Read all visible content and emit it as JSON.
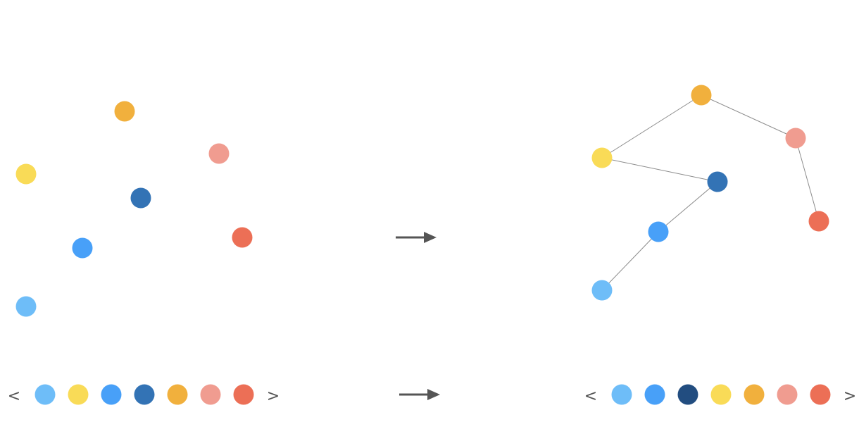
{
  "colors": {
    "light_blue": "#6EBDF8",
    "yellow": "#F9DB57",
    "blue": "#48A0F8",
    "steel_blue": "#3373B5",
    "navy": "#224D80",
    "orange": "#F1B03D",
    "pink": "#F09C90",
    "red": "#EC6F56",
    "arrow": "#555555",
    "edge": "#8C8C8C"
  },
  "top_left_points": [
    {
      "color": "orange"
    },
    {
      "color": "pink"
    },
    {
      "color": "yellow"
    },
    {
      "color": "steel_blue"
    },
    {
      "color": "red"
    },
    {
      "color": "blue"
    },
    {
      "color": "light_blue"
    }
  ],
  "top_right_tree": {
    "nodes": [
      {
        "id": "orange",
        "color": "orange"
      },
      {
        "id": "pink",
        "color": "pink"
      },
      {
        "id": "yellow",
        "color": "yellow"
      },
      {
        "id": "steel_blue",
        "color": "steel_blue"
      },
      {
        "id": "red",
        "color": "red"
      },
      {
        "id": "blue",
        "color": "blue"
      },
      {
        "id": "light_blue",
        "color": "light_blue"
      }
    ],
    "edges": [
      [
        "orange",
        "yellow"
      ],
      [
        "orange",
        "pink"
      ],
      [
        "yellow",
        "steel_blue"
      ],
      [
        "pink",
        "red"
      ],
      [
        "steel_blue",
        "blue"
      ],
      [
        "blue",
        "light_blue"
      ]
    ]
  },
  "bottom_left_sequence": {
    "open_bracket": "<",
    "close_bracket": ">",
    "items": [
      "light_blue",
      "yellow",
      "blue",
      "steel_blue",
      "orange",
      "pink",
      "red"
    ]
  },
  "bottom_right_sequence": {
    "open_bracket": "<",
    "close_bracket": ">",
    "items": [
      "light_blue",
      "blue",
      "navy",
      "yellow",
      "orange",
      "pink",
      "red"
    ]
  }
}
